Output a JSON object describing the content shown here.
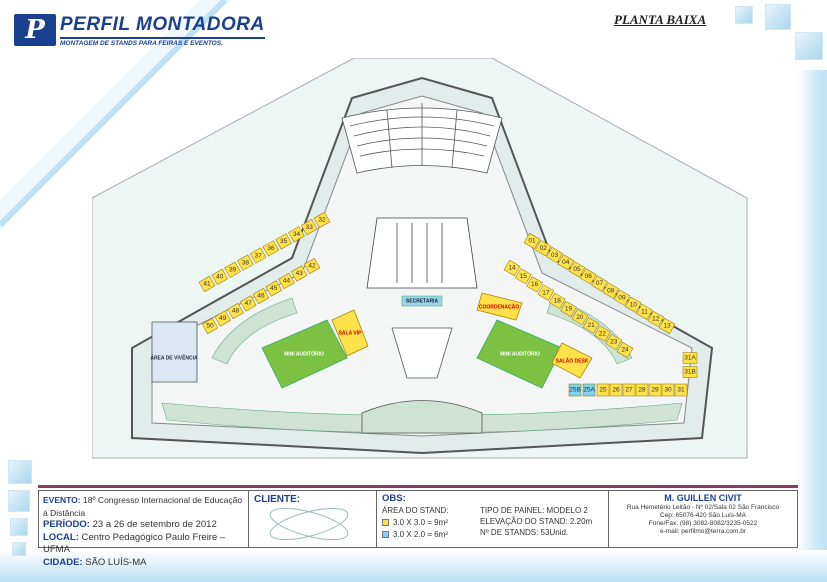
{
  "logo": {
    "mark": "P",
    "name": "PERFIL MONTADORA",
    "tagline": "MONTAGEM DE STANDS PARA FEIRAS E EVENTOS."
  },
  "title": "PLANTA BAIXA",
  "plan": {
    "rooms": {
      "secretaria": "SECRETARIA",
      "sala_vip": "SALA VIP",
      "sala_desk": "SALÃO DESK",
      "mini_auditorio": "MINI AUDITÓRIO",
      "coordenacao": "COORDENAÇÃO",
      "area_vivencia": "ÁREA DE VIVÊNCIA"
    },
    "stands_right_row": [
      "01",
      "02",
      "03",
      "04",
      "05",
      "06",
      "07",
      "08",
      "09",
      "10",
      "11",
      "12",
      "13"
    ],
    "stands_right_inner": [
      "14",
      "15",
      "16",
      "17",
      "18",
      "19",
      "20",
      "21",
      "22",
      "23",
      "24"
    ],
    "stands_bottom_row": [
      "25B",
      "25A",
      "25",
      "26",
      "27",
      "28",
      "29",
      "30",
      "31"
    ],
    "stands_31": [
      "31A",
      "31B"
    ],
    "stands_left_top": [
      "32",
      "33",
      "34",
      "35",
      "36",
      "37",
      "38",
      "39",
      "40",
      "41"
    ],
    "stands_left_mid": [
      "42",
      "43",
      "44",
      "45",
      "46",
      "47",
      "48",
      "49",
      "50"
    ]
  },
  "info": {
    "evento_label": "EVENTO:",
    "evento": "18º Congresso Internacional de Educação à Distância",
    "periodo_label": "PERÍODO:",
    "periodo": "23 a 26 de setembro de 2012",
    "local_label": "LOCAL:",
    "local": "Centro Pedagógico Paulo Freire – UFMA",
    "cidade_label": "CIDADE:",
    "cidade": "SÃO LUÍS-MA",
    "cliente_label": "CLIENTE:",
    "obs_label": "OBS:",
    "area_label": "ÁREA DO STAND:",
    "area_1": "3.0 X 3.0 = 9m²",
    "area_2": "3.0 X 2.0 = 6m²",
    "painel": "TIPO DE PAINEL: MODELO 2",
    "elevacao": "ELEVAÇÃO DO STAND: 2.20m",
    "num_stands": "Nº DE STANDS: 53Unid.",
    "contact_name": "M. GUILLEN CIVIT",
    "contact_addr": "Rua Hemetério Leitão - Nº 02/Sala 02 São Francisco",
    "contact_cep": "Cep: 65076-420 São Luís-MA",
    "contact_phone": "Fone/Fax: (98) 3082-8082/3235-0522",
    "contact_email": "e-mail: perfilmo@terra.com.br"
  },
  "colors": {
    "brand": "#1b3f8f",
    "stand_yellow": "#ffe24a",
    "stand_blue": "#7fd3ee",
    "green_room": "#7dc142",
    "plan_bg": "#e7f3f1",
    "divider": "#8a3b66"
  }
}
